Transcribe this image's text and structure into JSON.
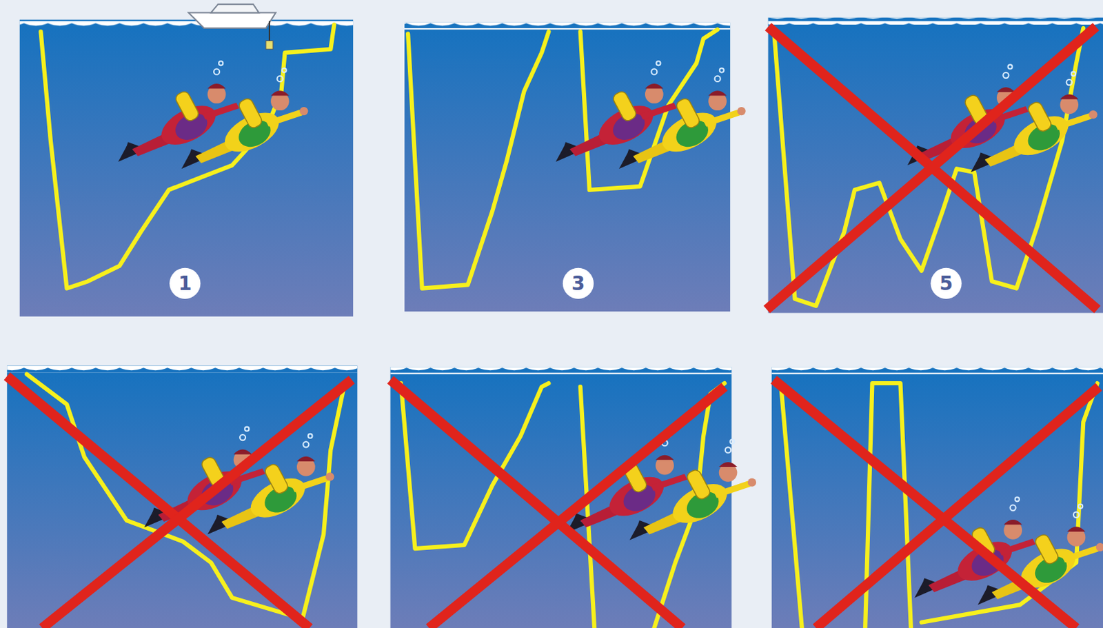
{
  "diagram": {
    "labels": [
      "1",
      "3",
      "5"
    ]
  }
}
